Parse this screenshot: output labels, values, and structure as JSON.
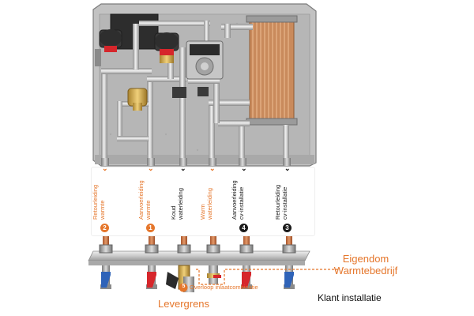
{
  "connections": [
    {
      "number": "2",
      "line1": "Retourleiding",
      "line2": "warmte",
      "color": "#e5762b"
    },
    {
      "number": "1",
      "line1": "Aanvoerleiding",
      "line2": "warmte",
      "color": "#e5762b"
    },
    {
      "number": "",
      "line1": "Koud",
      "line2": "waterleiding",
      "color": "#1a1a1a"
    },
    {
      "number": "",
      "line1": "Warm",
      "line2": "waterleiding",
      "color": "#e5762b"
    },
    {
      "number": "4",
      "line1": "Aanvoerleiding",
      "line2": "cv-installatie",
      "color": "#1a1a1a"
    },
    {
      "number": "3",
      "line1": "Retourleiding",
      "line2": "cv-installatie",
      "color": "#1a1a1a"
    }
  ],
  "boundary": {
    "owner_line1": "Eigendom",
    "owner_line2": "Warmtebedrijf",
    "client": "Klant installatie",
    "supply_limit": "Levergrens"
  },
  "overflow": {
    "number": "5",
    "label": "Overloop inlaatcombinatie"
  },
  "colors": {
    "accent_orange": "#e5762b",
    "valve_red": "#d6262b",
    "valve_blue": "#2f63b8",
    "housing": "#bfbfbf"
  }
}
